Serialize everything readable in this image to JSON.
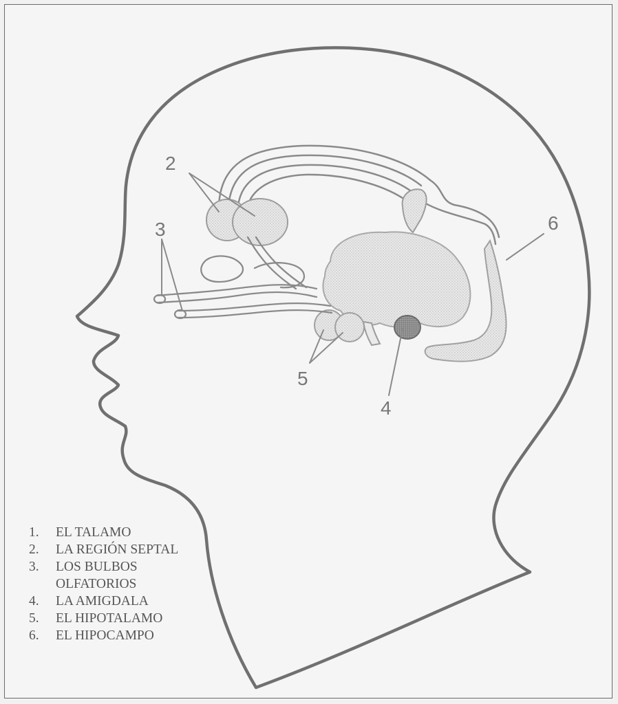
{
  "figure": {
    "callouts": {
      "n2": "2",
      "n3": "3",
      "n4": "4",
      "n5": "5",
      "n6": "6"
    }
  },
  "legend": {
    "items": [
      {
        "number": "1.",
        "label": "EL TALAMO"
      },
      {
        "number": "2.",
        "label": "LA REGIÓN SEPTAL"
      },
      {
        "number": "3.",
        "label": "LOS BULBOS OLFATORIOS"
      },
      {
        "number": "4.",
        "label": "LA AMIGDALA"
      },
      {
        "number": "5.",
        "label": "EL HIPOTALAMO"
      },
      {
        "number": "6.",
        "label": "EL HIPOCAMPO"
      }
    ]
  }
}
